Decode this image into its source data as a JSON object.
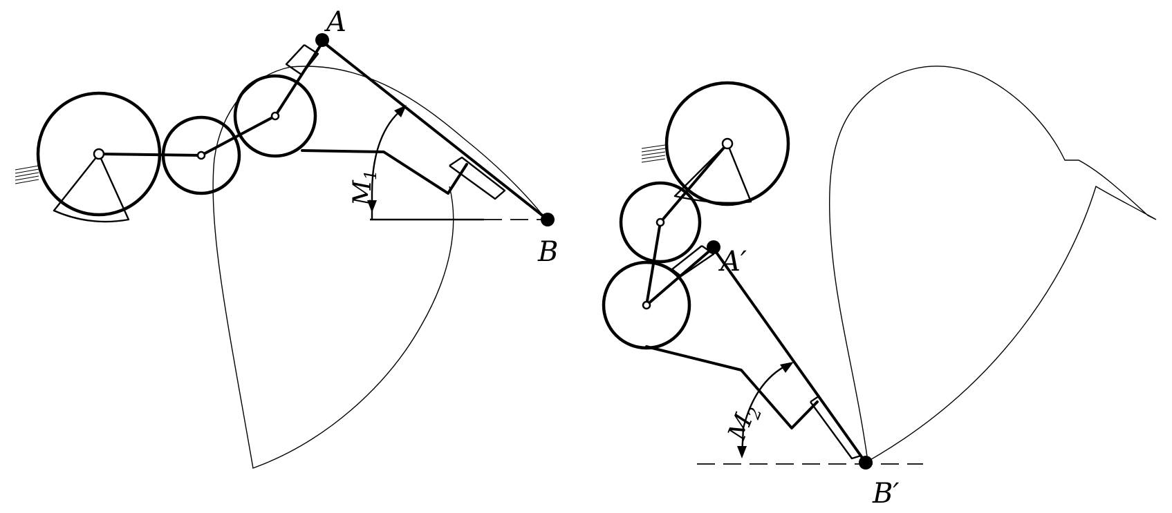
{
  "labels": {
    "point_a": "A",
    "point_b": "B",
    "moment_1": "M",
    "moment_1_sub": "1",
    "point_a_prime": "A′",
    "point_b_prime": "B′",
    "moment_2": "M",
    "moment_2_sub": "2"
  },
  "colors": {
    "ink": "#000000",
    "background": "#ffffff"
  }
}
